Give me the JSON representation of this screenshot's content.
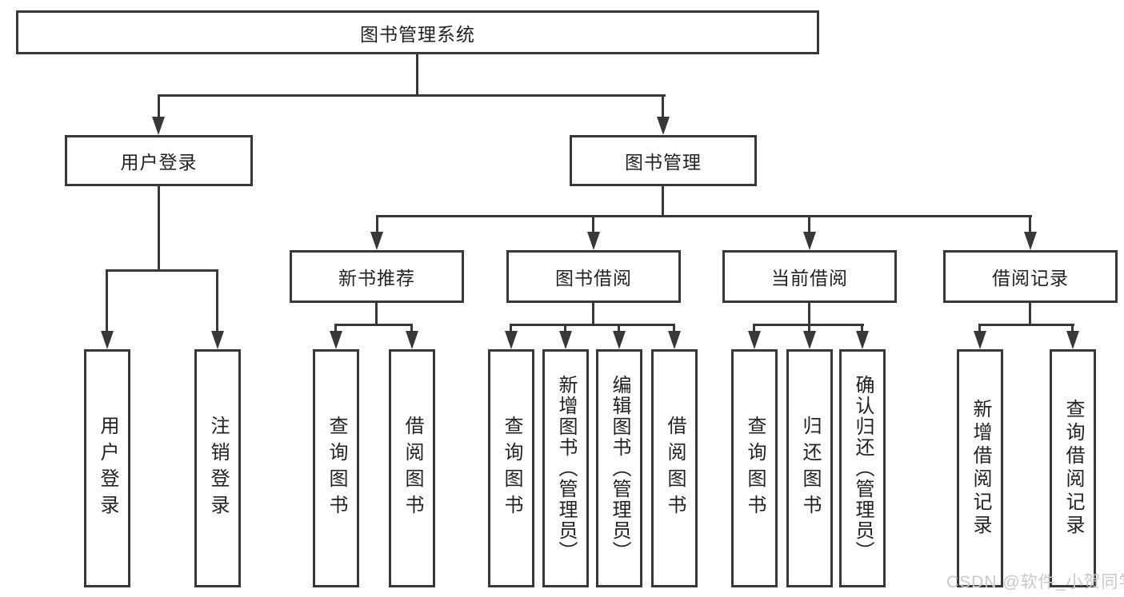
{
  "diagram": {
    "root": {
      "label": "图书管理系统"
    },
    "level2": {
      "user_login": {
        "label": "用户登录"
      },
      "book_mgmt": {
        "label": "图书管理"
      }
    },
    "level3": {
      "new_book_rec": {
        "label": "新书推荐"
      },
      "book_borrow": {
        "label": "图书借阅"
      },
      "current_borrow": {
        "label": "当前借阅"
      },
      "borrow_records": {
        "label": "借阅记录"
      }
    },
    "leaves": {
      "login": {
        "label": "用户登录"
      },
      "logout": {
        "label": "注销登录"
      },
      "newrec_query": {
        "label": "查询图书"
      },
      "newrec_borrow": {
        "label": "借阅图书"
      },
      "borrow_query": {
        "label": "查询图书"
      },
      "borrow_add": {
        "label": "新增图书（管理员）"
      },
      "borrow_edit": {
        "label": "编辑图书（管理员）"
      },
      "borrow_borrow": {
        "label": "借阅图书"
      },
      "current_query": {
        "label": "查询图书"
      },
      "current_return": {
        "label": "归还图书"
      },
      "current_confirm": {
        "label": "确认归还（管理员）"
      },
      "records_add": {
        "label": "新增借阅记录"
      },
      "records_query": {
        "label": "查询借阅记录"
      }
    },
    "watermark": "CSDN @软件_小贺同学",
    "colors": {
      "line": "#383838",
      "box_background": "#ffffff",
      "text": "#222222",
      "watermark": "#c9c9c9",
      "background": "#ffffff"
    }
  }
}
